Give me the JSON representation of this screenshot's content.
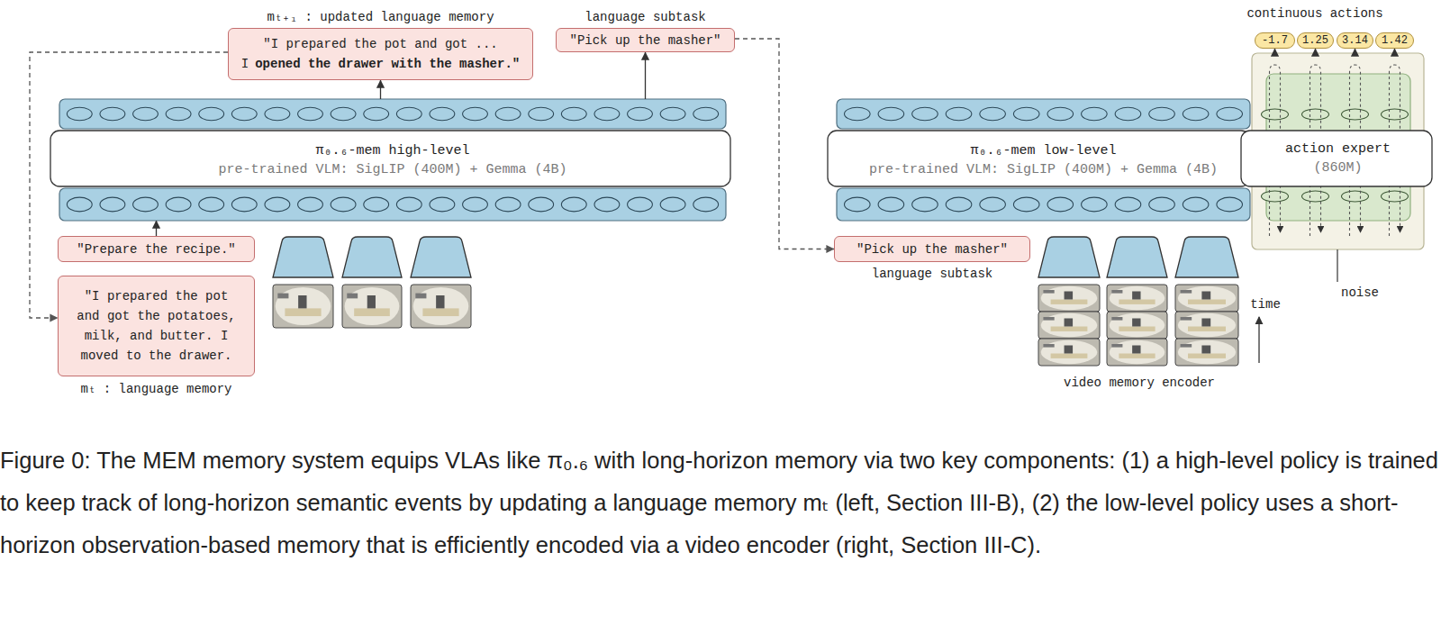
{
  "diagram": {
    "caption": "Figure 0: The MEM memory system equips VLAs like π₀.₆ with long-horizon memory via two key components: (1) a high-level policy is trained to keep track of long-horizon semantic events by updating a language memory mₜ (left, Section III-B), (2) the low-level policy uses a short-horizon observation-based memory that is efficiently encoded via a video encoder (right, Section III-C).",
    "nodes": [
      {
        "text": [
          "mₜ₊₁ : updated language memory",
          "\"I prepared the pot and got ... I",
          "opened the drawer with the masher.\""
        ]
      },
      {
        "text": [
          "language subtask",
          "\"Pick up the masher\""
        ]
      },
      {
        "text": [
          "-1.7"
        ]
      },
      {
        "text": [
          "1.25"
        ]
      },
      {
        "text": [
          "3.14"
        ]
      },
      {
        "text": [
          "1.42"
        ]
      },
      {
        "text": [
          "π₀.₆-mem high-level",
          "pre-trained VLM: SigLIP (400M) + Gemma (4B)"
        ]
      },
      {
        "text": [
          "π₀.₆-mem low-level",
          "pre-trained VLM: SigLIP (400M) + Gemma (4B)"
        ]
      },
      {
        "text": [
          "action expert",
          "(860M)"
        ]
      },
      {
        "text": [
          "\"Prepare the recipe.\""
        ]
      },
      {
        "text": [
          "\"I prepared the pot and got the potatoes, milk, and butter. I moved to the drawer.",
          "mₜ : language memory"
        ]
      },
      {
        "text": [
          "\"Pick up the masher\"",
          "language subtask"
        ]
      }
    ],
    "edges": [
      {
        "from": 6,
        "to": 0,
        "arrow": "to"
      },
      {
        "from": 6,
        "to": 1,
        "arrow": "to"
      },
      {
        "from": 8,
        "to": 2,
        "arrow": "to"
      },
      {
        "from": 8,
        "to": 3,
        "arrow": "to"
      },
      {
        "from": 8,
        "to": 4,
        "arrow": "to"
      },
      {
        "from": 8,
        "to": 5,
        "arrow": "to"
      },
      {
        "from": 9,
        "to": 6,
        "arrow": "to"
      },
      {
        "from": 0,
        "to": 10,
        "arrow": "to"
      },
      {
        "from": 1,
        "to": 11,
        "arrow": "to"
      }
    ],
    "labels": [
      "continuous actions",
      "time",
      "noise",
      "video memory encoder"
    ]
  }
}
